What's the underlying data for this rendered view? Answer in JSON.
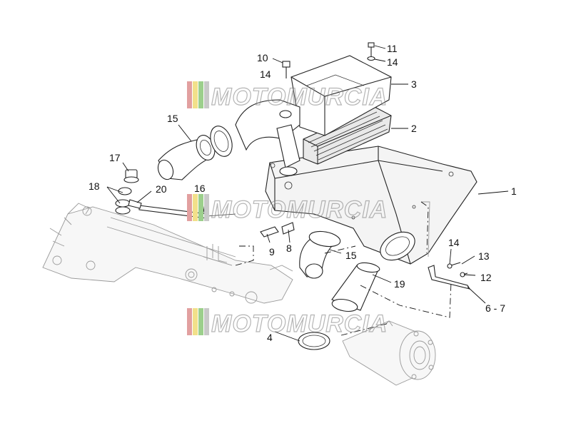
{
  "watermark": {
    "text": "MOTOMURCIA",
    "stripe_colors": [
      "#e2a0a0",
      "#f2e08a",
      "#9ccf8c",
      "#c9c9c9"
    ]
  },
  "callouts": {
    "c1": "1",
    "c2": "2",
    "c3": "3",
    "c4": "4",
    "c6_7": "6 - 7",
    "c8": "8",
    "c9": "9",
    "c10": "10",
    "c11": "11",
    "c12": "12",
    "c13": "13",
    "c14a": "14",
    "c14b": "14",
    "c14c": "14",
    "c15a": "15",
    "c15b": "15",
    "c16": "16",
    "c17": "17",
    "c18": "18",
    "c19": "19",
    "c20": "20"
  }
}
